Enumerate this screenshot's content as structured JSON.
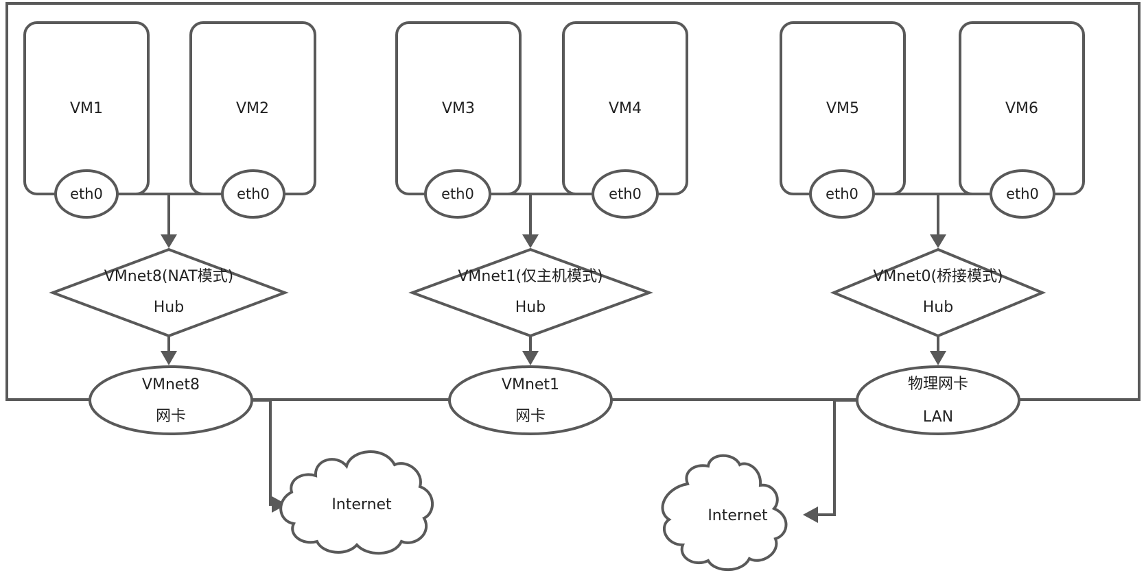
{
  "diagram": {
    "title": "VMware network modes",
    "stroke_color": "#595959",
    "text_color": "#222222",
    "groups": [
      {
        "id": "nat",
        "vms": [
          {
            "name": "VM1",
            "nic": "eth0"
          },
          {
            "name": "VM2",
            "nic": "eth0"
          }
        ],
        "hub": {
          "line1": "VMnet8(NAT模式)",
          "line2": "Hub"
        },
        "adapter": {
          "line1": "VMnet8",
          "line2": "网卡"
        }
      },
      {
        "id": "host-only",
        "vms": [
          {
            "name": "VM3",
            "nic": "eth0"
          },
          {
            "name": "VM4",
            "nic": "eth0"
          }
        ],
        "hub": {
          "line1": "VMnet1(仅主机模式)",
          "line2": "Hub"
        },
        "adapter": {
          "line1": "VMnet1",
          "line2": "网卡"
        }
      },
      {
        "id": "bridged",
        "vms": [
          {
            "name": "VM5",
            "nic": "eth0"
          },
          {
            "name": "VM6",
            "nic": "eth0"
          }
        ],
        "hub": {
          "line1": "VMnet0(桥接模式)",
          "line2": "Hub"
        },
        "adapter": {
          "line1": "物理网卡",
          "line2": "LAN"
        }
      }
    ],
    "clouds": [
      {
        "label": "Internet",
        "connected_from": "VMnet8 网卡"
      },
      {
        "label": "Internet",
        "connected_from": "物理网卡 LAN"
      }
    ]
  }
}
